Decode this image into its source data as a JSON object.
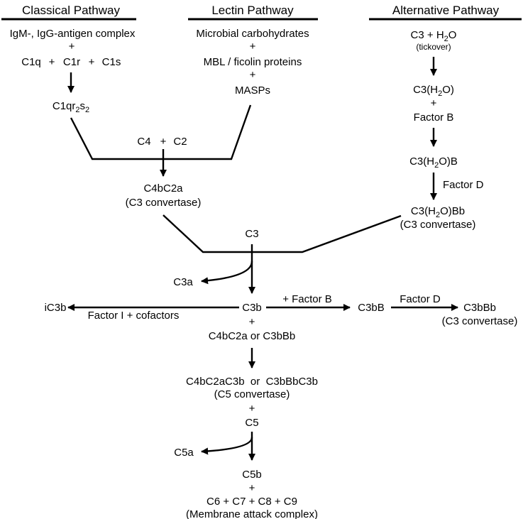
{
  "headers": {
    "classical": "Classical Pathway",
    "lectin": "Lectin Pathway",
    "alternative": "Alternative Pathway"
  },
  "classical": {
    "line1": "IgM-, IgG-antigen complex",
    "plus1": "+",
    "c1q": "C1q",
    "plus2": "+",
    "c1r": "C1r",
    "plus3": "+",
    "c1s": "C1s",
    "c1qr": "C1qr",
    "c1qr_sub1": "2",
    "c1qr_s": "s",
    "c1qr_sub2": "2"
  },
  "lectin": {
    "line1": "Microbial carbohydrates",
    "plus1": "+",
    "line2": "MBL / ficolin proteins",
    "plus2": "+",
    "line3": "MASPs"
  },
  "alternative": {
    "c3_water_pre": "C3 + H",
    "c3_water_sub": "2",
    "c3_water_post": "O",
    "tickover": "(tickover)",
    "c3h2o_pre": "C3(H",
    "c3h2o_sub": "2",
    "c3h2o_post": "O)",
    "plus": "+",
    "factor_b": "Factor B",
    "c3h2ob_pre": "C3(H",
    "c3h2ob_sub": "2",
    "c3h2ob_post": "O)B",
    "factor_d": "Factor D",
    "c3h2obb_pre": "C3(H",
    "c3h2obb_sub": "2",
    "c3h2obb_post": "O)Bb",
    "c3_convertase": "(C3 convertase)"
  },
  "merge": {
    "c4": "C4",
    "plus": "+",
    "c2": "C2",
    "c4bc2a": "C4bC2a",
    "c3_convertase": "(C3 convertase)"
  },
  "core": {
    "c3": "C3",
    "c3a": "C3a",
    "c3b": "C3b",
    "ic3b": "iC3b",
    "factor_i": "Factor I + cofactors",
    "plus_factor_b": "+ Factor B",
    "c3bb": "C3bB",
    "factor_d": "Factor D",
    "c3bbb": "C3bBb",
    "c3bbb_convertase": "(C3 convertase)",
    "plus1": "+",
    "c4bc2a_or": "C4bC2a or C3bBb",
    "c5_conv": "C4bC2aC3b  or  C3bBbC3b",
    "c5_convertase": "(C5 convertase)",
    "plus2": "+",
    "c5": "C5",
    "c5a": "C5a",
    "c5b": "C5b",
    "plus3": "+",
    "mac_components": "C6 + C7 + C8 + C9",
    "mac": "(Membrane attack complex)"
  }
}
